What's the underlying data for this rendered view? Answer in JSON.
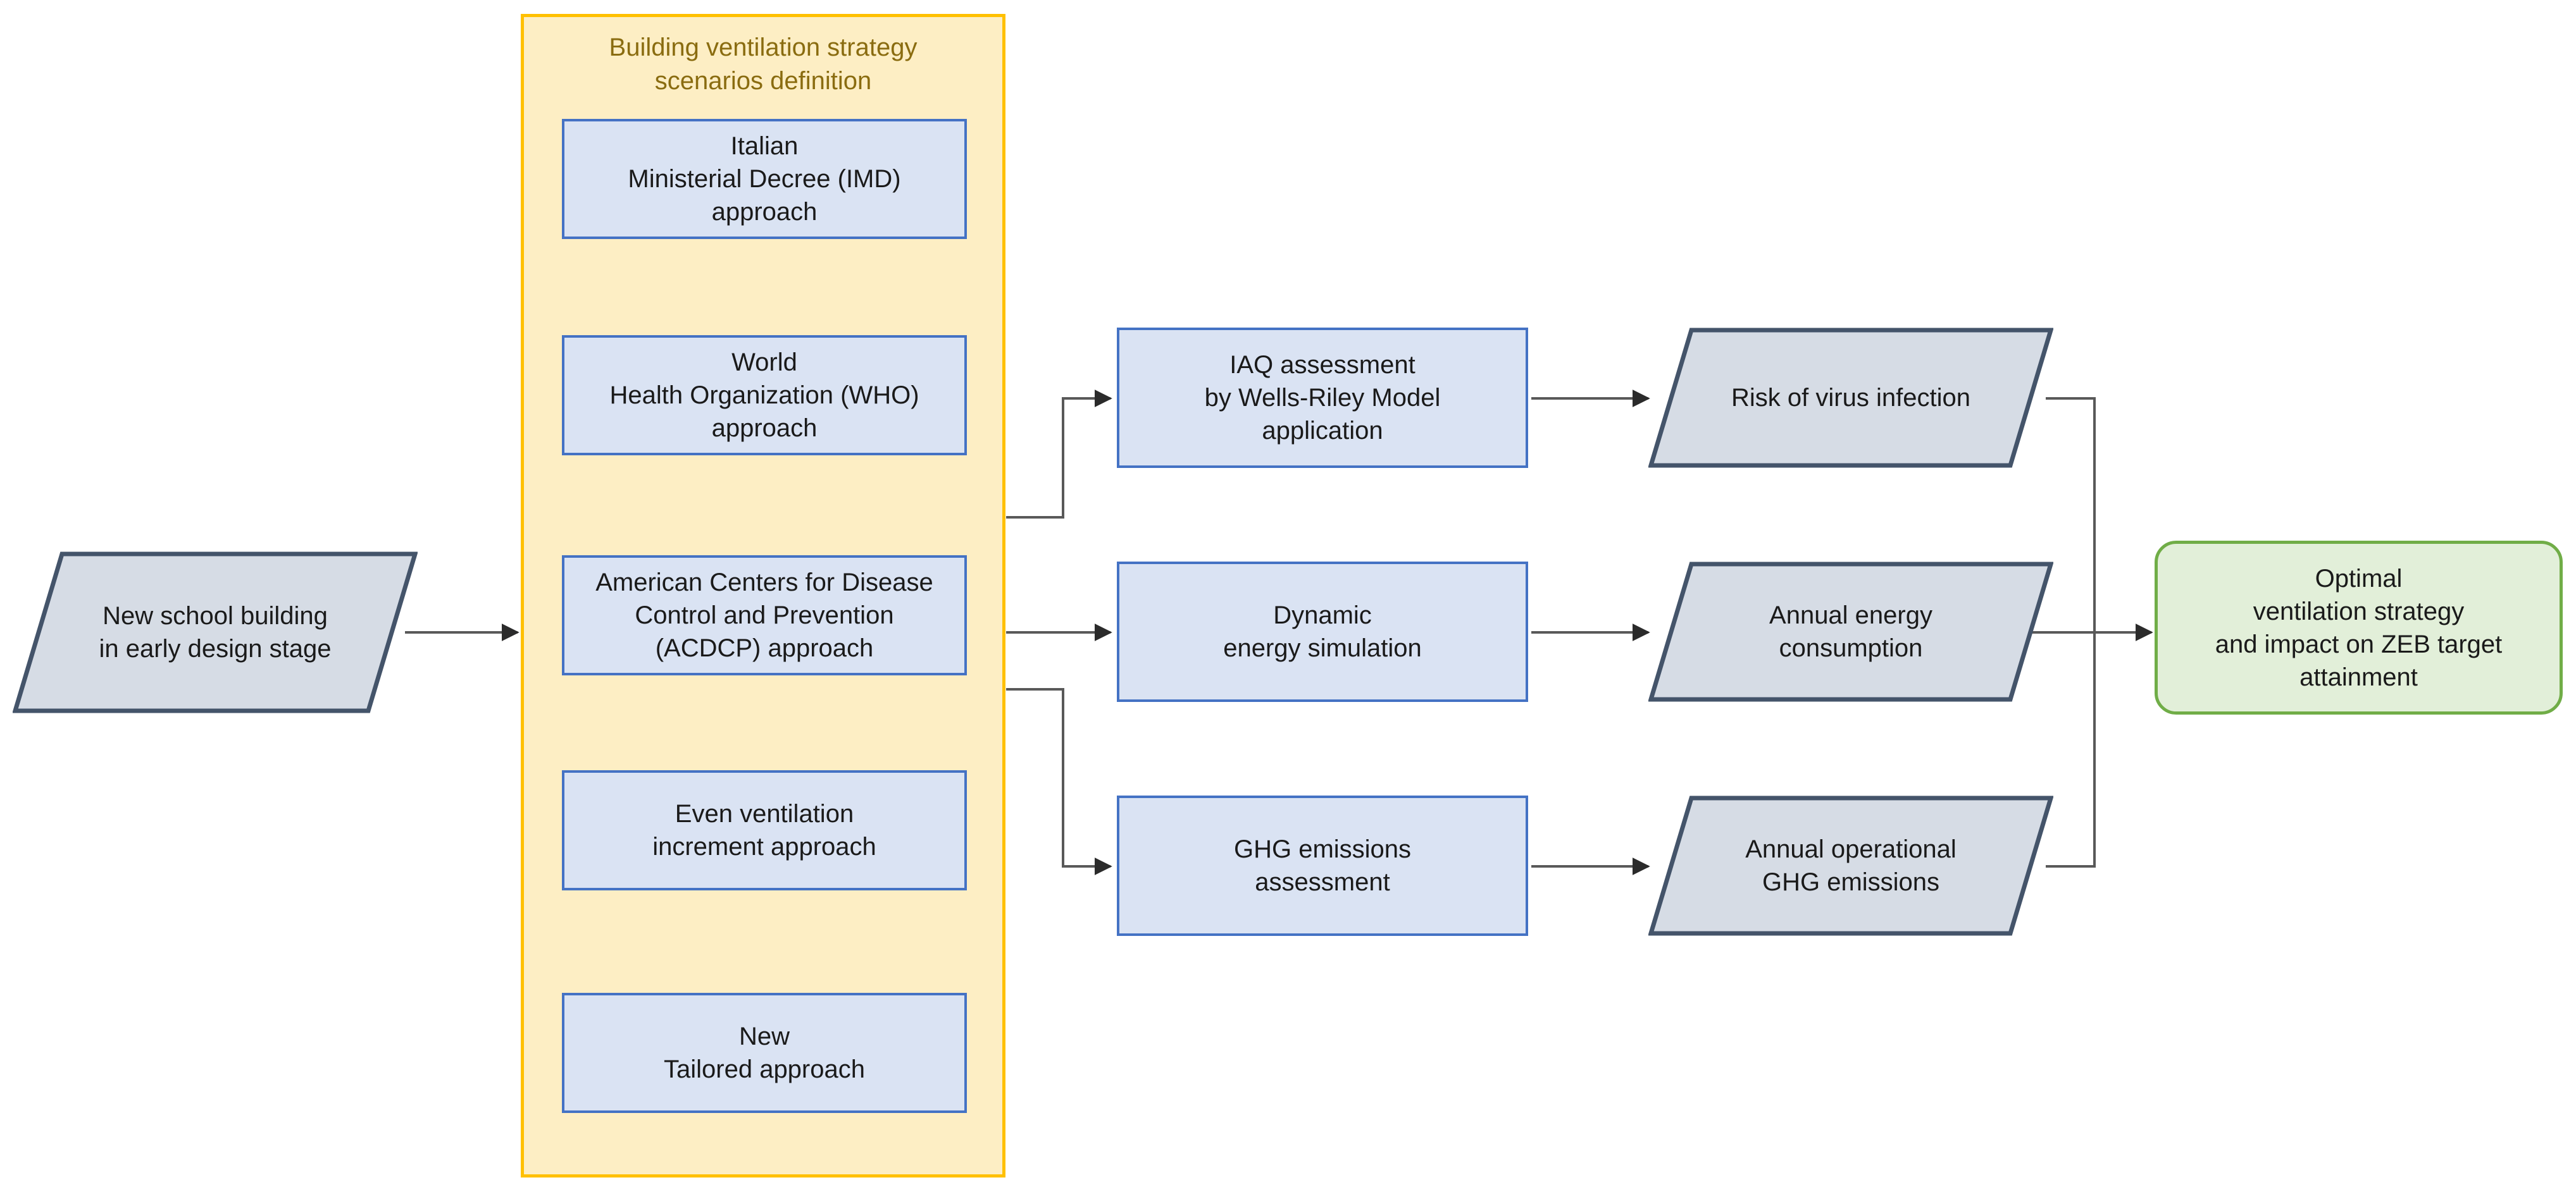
{
  "diagram": {
    "title": "Building ventilation strategy scenarios definition",
    "colors": {
      "group_fill": "#fdeec4",
      "group_border": "#ffc000",
      "group_title_text": "#8a6c10",
      "process_fill": "#dae3f3",
      "process_border": "#4472c4",
      "data_fill": "#d6dce5",
      "data_border": "#44546a",
      "terminator_fill": "#e2efd9",
      "terminator_border": "#70ad47",
      "connector": "#595959",
      "text": "#1a1a1a"
    }
  },
  "input": {
    "label": "New school building\nin early design stage",
    "shape": "parallelogram"
  },
  "group": {
    "title": "Building ventilation strategy\nscenarios definition",
    "scenarios": [
      {
        "label": "Italian\nMinisterial Decree (IMD)\napproach"
      },
      {
        "label": "World\nHealth Organization (WHO)\napproach"
      },
      {
        "label": "American Centers for Disease\nControl and Prevention\n(ACDCP) approach"
      },
      {
        "label": "Even ventilation\nincrement approach"
      },
      {
        "label": "New\nTailored approach"
      }
    ]
  },
  "analyses": [
    {
      "label": "IAQ assessment\nby Wells-Riley Model\napplication"
    },
    {
      "label": "Dynamic\nenergy simulation"
    },
    {
      "label": "GHG emissions\nassessment"
    }
  ],
  "results": [
    {
      "label": "Risk of virus infection"
    },
    {
      "label": "Annual energy\nconsumption"
    },
    {
      "label": "Annual operational\nGHG emissions"
    }
  ],
  "output": {
    "label": "Optimal\nventilation strategy\nand impact on ZEB target\nattainment",
    "shape": "rounded-rectangle"
  }
}
